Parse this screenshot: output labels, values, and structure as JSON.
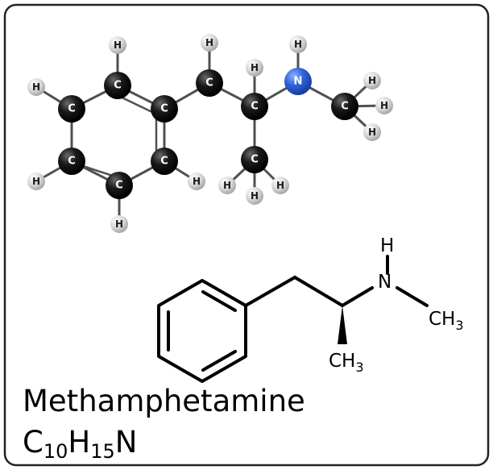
{
  "atoms": {
    "carbon_symbol": "C",
    "hydrogen_symbol": "H",
    "nitrogen_symbol": "N",
    "carbon_color": "#111111",
    "hydrogen_color": "#d4d4d4",
    "nitrogen_color": "#2f63d8"
  },
  "skeletal": {
    "nh_h": "H",
    "nh_n": "N",
    "methyl_main": "CH",
    "methyl_sub": "3",
    "methyl2_main": "CH",
    "methyl2_sub": "3"
  },
  "compound": {
    "name": "Methamphetamine",
    "formula_parts": [
      "C",
      "10",
      "H",
      "15",
      "N"
    ]
  }
}
